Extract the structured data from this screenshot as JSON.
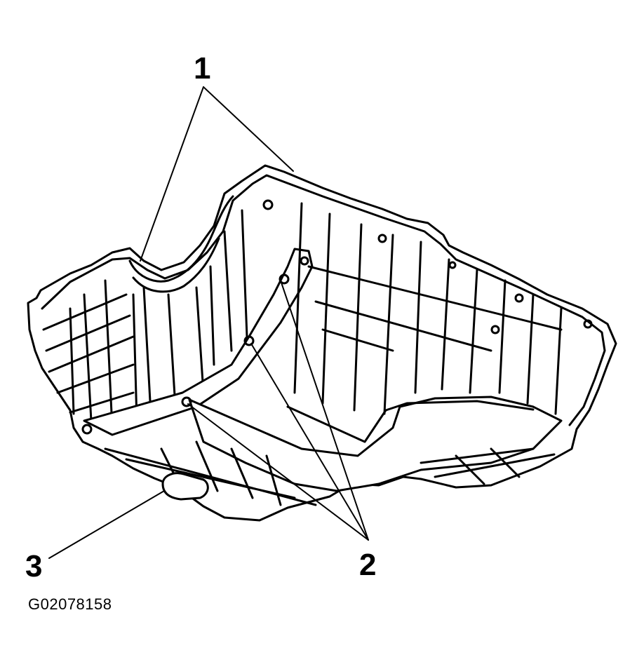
{
  "callouts": {
    "c1": "1",
    "c2": "2",
    "c3": "3"
  },
  "figure_id": "G02078158",
  "colors": {
    "line": "#000000",
    "fill": "#ffffff",
    "shade": "#e6e6e6"
  }
}
